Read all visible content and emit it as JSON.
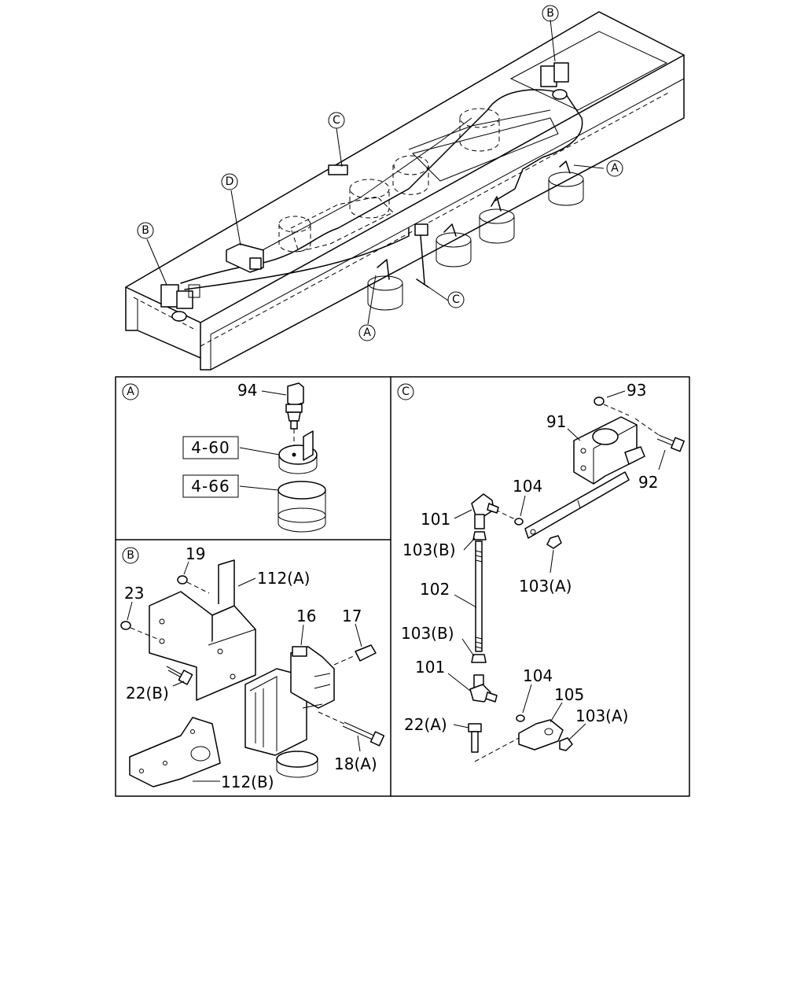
{
  "callouts": {
    "A": "A",
    "B": "B",
    "C": "C",
    "D": "D"
  },
  "panel_a": {
    "title": "A",
    "labels": {
      "p94": "94",
      "ref_460": "4-60",
      "ref_466": "4-66"
    }
  },
  "panel_b": {
    "title": "B",
    "labels": {
      "p19": "19",
      "p112a": "112(A)",
      "p23": "23",
      "p16": "16",
      "p17": "17",
      "p22b": "22(B)",
      "p18a": "18(A)",
      "p112b": "112(B)"
    }
  },
  "panel_c": {
    "title": "C",
    "labels": {
      "p93": "93",
      "p91": "91",
      "p92": "92",
      "p104_top": "104",
      "p101_top": "101",
      "p103b_top": "103(B)",
      "p103a_top": "103(A)",
      "p102": "102",
      "p103b_bot": "103(B)",
      "p101_bot": "101",
      "p104_bot": "104",
      "p105": "105",
      "p22a": "22(A)",
      "p103a_bot": "103(A)"
    }
  }
}
